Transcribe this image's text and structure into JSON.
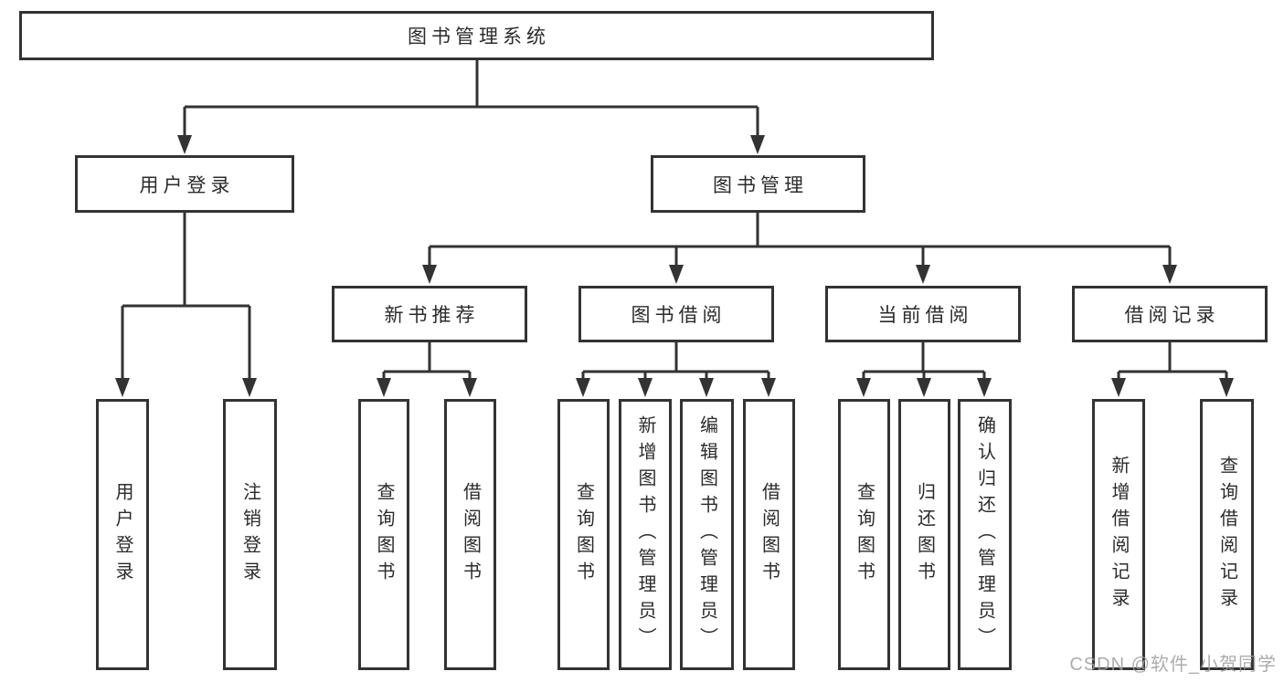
{
  "diagram": {
    "root": {
      "label": "图书管理系统"
    },
    "branches": [
      {
        "label": "用户登录",
        "children": [
          {
            "label": "用户登录"
          },
          {
            "label": "注销登录"
          }
        ]
      },
      {
        "label": "图书管理",
        "children": [
          {
            "label": "新书推荐",
            "children": [
              {
                "label": "查询图书"
              },
              {
                "label": "借阅图书"
              }
            ]
          },
          {
            "label": "图书借阅",
            "children": [
              {
                "label": "查询图书"
              },
              {
                "label": "新增图书（管理员）"
              },
              {
                "label": "编辑图书（管理员）"
              },
              {
                "label": "借阅图书"
              }
            ]
          },
          {
            "label": "当前借阅",
            "children": [
              {
                "label": "查询图书"
              },
              {
                "label": "归还图书"
              },
              {
                "label": "确认归还（管理员）"
              }
            ]
          },
          {
            "label": "借阅记录",
            "children": [
              {
                "label": "新增借阅记录"
              },
              {
                "label": "查询借阅记录"
              }
            ]
          }
        ]
      }
    ],
    "watermark": "CSDN @软件_小贺同学",
    "colors": {
      "line": "#333333",
      "text": "#2b2b2b",
      "box_fill": "#ffffff",
      "watermark": "#9e9e9e"
    }
  }
}
